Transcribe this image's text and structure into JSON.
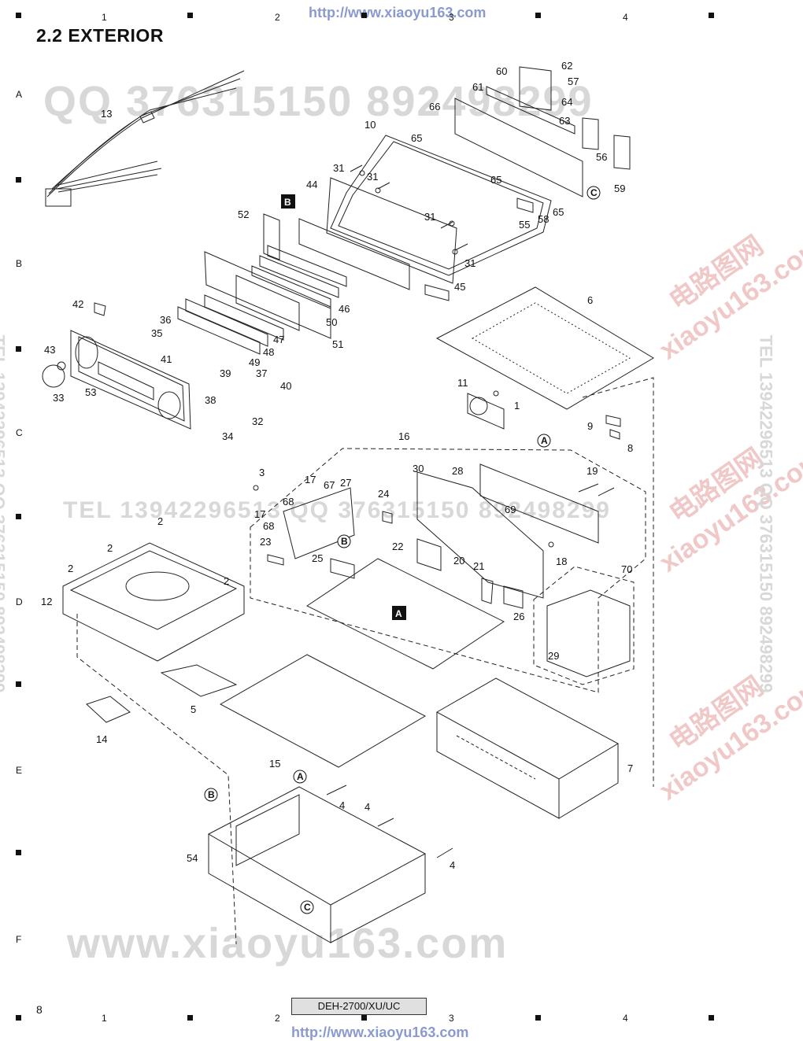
{
  "header": {
    "url": "http://www.xiaoyu163.com",
    "title": "2.2 EXTERIOR",
    "columns": [
      "1",
      "2",
      "3",
      "4"
    ],
    "rows": [
      "A",
      "B",
      "C",
      "D",
      "E",
      "F"
    ]
  },
  "footer": {
    "page_number": "8",
    "model": "DEH-2700/XU/UC",
    "url": "http://www.xiaoyu163.com"
  },
  "watermarks": {
    "qq": "QQ 376315150  892498299",
    "tel": "TEL 13942296513  QQ 376315150  892498299",
    "site": "www.xiaoyu163.com",
    "cn": "电路图网",
    "cn_site": "xiaoyu163.com",
    "side_text": "TEL 13942296513  QQ 376315150  892498299"
  },
  "refs": {
    "A_box": "A",
    "B_box": "B",
    "A_circle": "A",
    "B_circle": "B",
    "C_circle": "C"
  },
  "parts": [
    {
      "label": "1"
    },
    {
      "label": "2"
    },
    {
      "label": "3"
    },
    {
      "label": "4"
    },
    {
      "label": "5"
    },
    {
      "label": "6"
    },
    {
      "label": "7"
    },
    {
      "label": "8"
    },
    {
      "label": "9"
    },
    {
      "label": "10"
    },
    {
      "label": "11"
    },
    {
      "label": "12"
    },
    {
      "label": "13"
    },
    {
      "label": "14"
    },
    {
      "label": "15"
    },
    {
      "label": "16"
    },
    {
      "label": "17"
    },
    {
      "label": "18"
    },
    {
      "label": "19"
    },
    {
      "label": "20"
    },
    {
      "label": "21"
    },
    {
      "label": "22"
    },
    {
      "label": "23"
    },
    {
      "label": "24"
    },
    {
      "label": "25"
    },
    {
      "label": "26"
    },
    {
      "label": "27"
    },
    {
      "label": "28"
    },
    {
      "label": "29"
    },
    {
      "label": "30"
    },
    {
      "label": "31"
    },
    {
      "label": "32"
    },
    {
      "label": "33"
    },
    {
      "label": "34"
    },
    {
      "label": "35"
    },
    {
      "label": "36"
    },
    {
      "label": "37"
    },
    {
      "label": "38"
    },
    {
      "label": "39"
    },
    {
      "label": "40"
    },
    {
      "label": "41"
    },
    {
      "label": "42"
    },
    {
      "label": "43"
    },
    {
      "label": "44"
    },
    {
      "label": "45"
    },
    {
      "label": "46"
    },
    {
      "label": "47"
    },
    {
      "label": "48"
    },
    {
      "label": "49"
    },
    {
      "label": "50"
    },
    {
      "label": "51"
    },
    {
      "label": "52"
    },
    {
      "label": "53"
    },
    {
      "label": "54"
    },
    {
      "label": "55"
    },
    {
      "label": "56"
    },
    {
      "label": "57"
    },
    {
      "label": "58"
    },
    {
      "label": "59"
    },
    {
      "label": "60"
    },
    {
      "label": "61"
    },
    {
      "label": "62"
    },
    {
      "label": "63"
    },
    {
      "label": "64"
    },
    {
      "label": "65"
    },
    {
      "label": "66"
    },
    {
      "label": "67"
    },
    {
      "label": "68"
    },
    {
      "label": "69"
    },
    {
      "label": "70"
    }
  ]
}
